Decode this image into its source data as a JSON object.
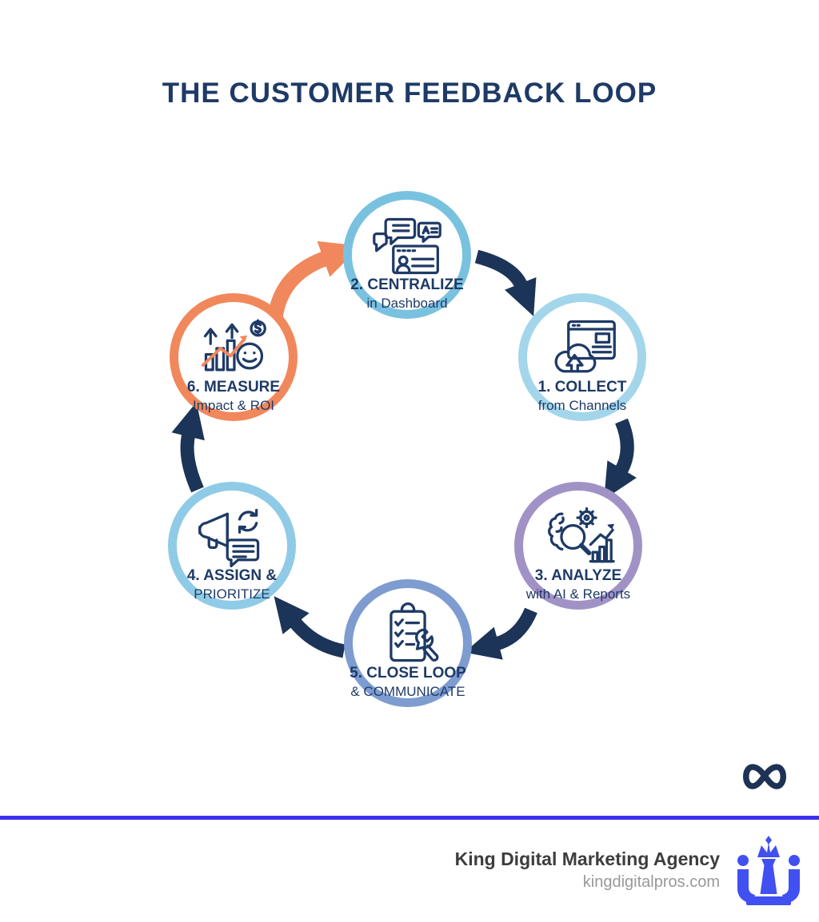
{
  "title": "THE CUSTOMER FEEDBACK LOOP",
  "steps": [
    {
      "num": 1,
      "line1": "1. COLLECT",
      "line2": "from Channels",
      "ring_color": "#a3d6ea",
      "icon": "cloud-upload-icon"
    },
    {
      "num": 2,
      "line1": "2. CENTRALIZE",
      "line2": "in Dashboard",
      "ring_color": "#79c2df",
      "icon": "chat-dashboard-icon"
    },
    {
      "num": 3,
      "line1": "3. ANALYZE",
      "line2": "with AI & Reports",
      "ring_color": "#a192c6",
      "icon": "ai-report-analysis-icon"
    },
    {
      "num": 4,
      "line1": "4. ASSIGN &",
      "line2": "PRIORITIZE",
      "ring_color": "#8fcbe6",
      "icon": "megaphone-sync-icon"
    },
    {
      "num": 5,
      "line1": "5. CLOSE LOOP",
      "line2": "& COMMUNICATE",
      "ring_color": "#7e9cd0",
      "icon": "checklist-wrench-icon"
    },
    {
      "num": 6,
      "line1": "6. MEASURE",
      "line2": "Impact & ROI",
      "ring_color": "#f1885c",
      "icon": "growth-roi-icon"
    }
  ],
  "arrows": [
    {
      "from": "2",
      "to": "1",
      "color_key": "arrow_navy"
    },
    {
      "from": "1",
      "to": "3",
      "color_key": "arrow_navy"
    },
    {
      "from": "3",
      "to": "5",
      "color_key": "arrow_navy"
    },
    {
      "from": "5",
      "to": "4",
      "color_key": "arrow_navy"
    },
    {
      "from": "4",
      "to": "6",
      "color_key": "arrow_navy"
    },
    {
      "from": "6",
      "to": "2",
      "color_key": "arrow_orange"
    }
  ],
  "colors": {
    "navy": "#1e3a66",
    "arrow_navy": "#1c3457",
    "arrow_orange": "#f1875c",
    "icon_orange": "#f1875c",
    "footer_line": "#3c2ff0",
    "logo_blue": "#4150f0",
    "footer_text": "#3d3d3d",
    "footer_muted": "#999999",
    "infinity_navy": "#1d3254"
  },
  "footer": {
    "company": "King Digital Marketing Agency",
    "website": "kingdigitalpros.com"
  }
}
